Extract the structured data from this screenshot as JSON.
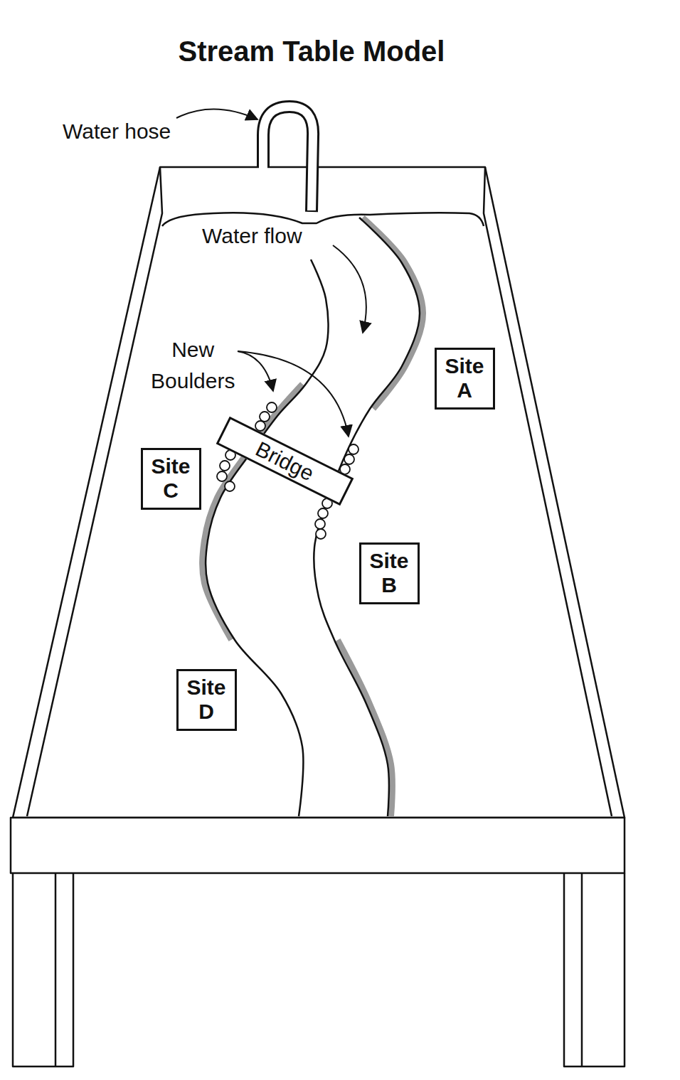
{
  "diagram": {
    "title": "Stream Table Model",
    "nodes": [
      {
        "text": [
          "Site A"
        ]
      },
      {
        "text": [
          "Bridge"
        ]
      },
      {
        "text": [
          "Site C"
        ]
      },
      {
        "text": [
          "Site B"
        ]
      },
      {
        "text": [
          "Site D"
        ]
      }
    ],
    "labels": [
      "Water hose",
      "Water flow",
      "New Boulders"
    ]
  }
}
